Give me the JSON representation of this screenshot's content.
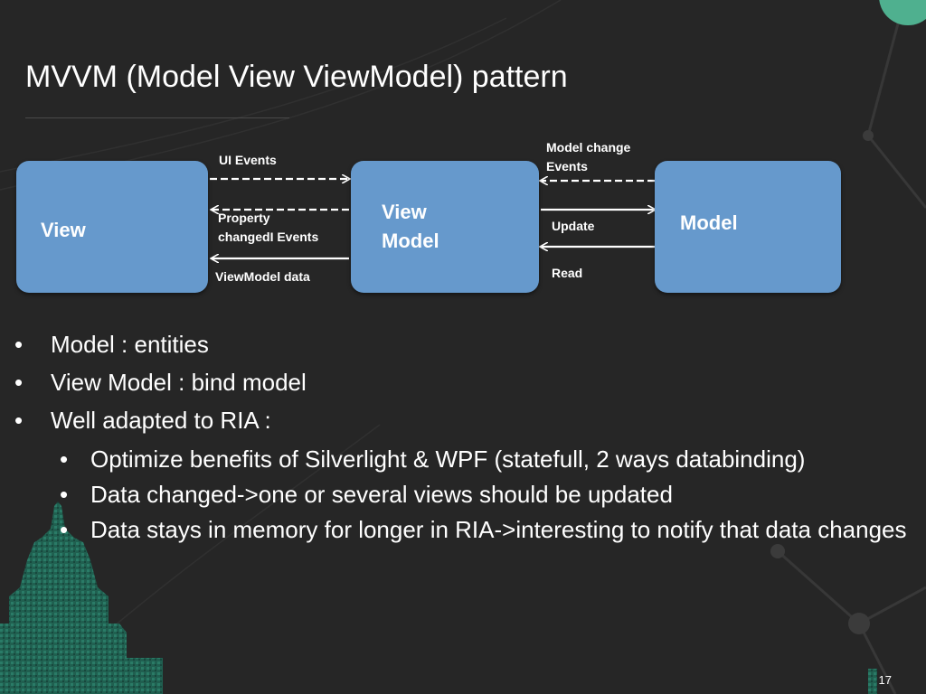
{
  "slide": {
    "title": "MVVM (Model View ViewModel) pattern",
    "page_number": "17"
  },
  "diagram": {
    "nodes": {
      "view": "View",
      "viewmodel_line1": "View",
      "viewmodel_line2": "Model",
      "model": "Model"
    },
    "edges": {
      "ui_events": "UI Events",
      "property_changed": "Property\nchangedI Events",
      "viewmodel_data": "ViewModel data",
      "model_change": "Model change\nEvents",
      "update": "Update",
      "read": "Read"
    }
  },
  "bullets": [
    {
      "level": 1,
      "text": "Model : entities"
    },
    {
      "level": 1,
      "text": "View Model : bind model"
    },
    {
      "level": 1,
      "text": "Well adapted to RIA :"
    },
    {
      "level": 2,
      "text": "Optimize benefits of Silverlight & WPF (statefull, 2 ways databinding)"
    },
    {
      "level": 2,
      "text": "Data changed->one or several views should be updated"
    },
    {
      "level": 2,
      "text": "Data stays in memory for longer in RIA->interesting to notify that data changes"
    }
  ],
  "colors": {
    "background": "#262626",
    "node_fill": "#6699cc",
    "accent_teal": "#4fb08f"
  }
}
